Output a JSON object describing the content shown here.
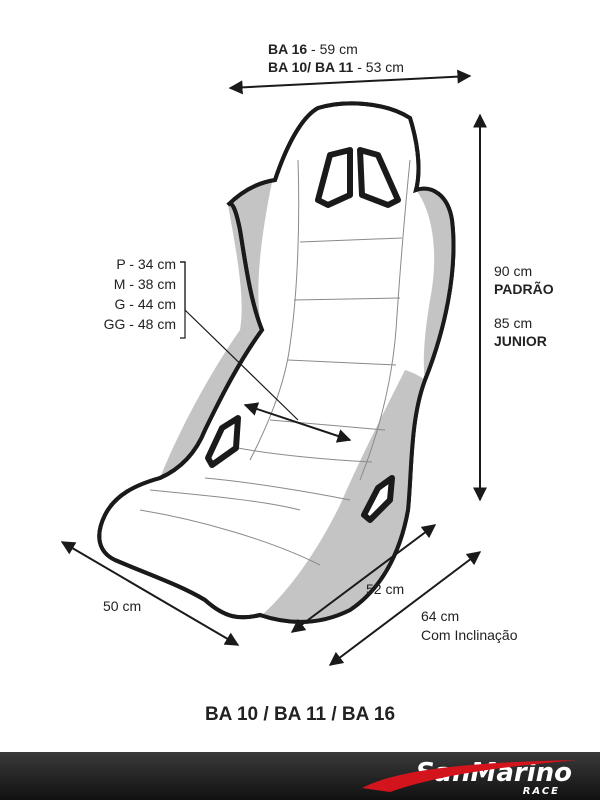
{
  "dimensions": {
    "width_top": {
      "line1_model": "BA 16",
      "line1_value": " - 59 cm",
      "line2_model": "BA 10/ BA 11",
      "line2_value": " - 53 cm"
    },
    "height": {
      "standard_value": "90 cm",
      "standard_label": "PADRÃO",
      "junior_value": "85 cm",
      "junior_label": "JUNIOR"
    },
    "seat_width_sizes": [
      "P - 34 cm",
      "M - 38 cm",
      "G - 44 cm",
      "GG - 48 cm"
    ],
    "depth_left": "50 cm",
    "depth_bottom": "52 cm",
    "depth_incline": {
      "value": "64 cm",
      "label": "Com Inclinação"
    }
  },
  "title": "BA 10 / BA 11 / BA 16",
  "brand": {
    "name": "SanMarino",
    "sub": "RACE",
    "accent": "#d4141c"
  },
  "colors": {
    "outline": "#1a1a1a",
    "seat_fill": "#ffffff",
    "side_panel": "#c4c4c4",
    "seam": "#8a8a8a",
    "footer": "#1e1e1e"
  }
}
